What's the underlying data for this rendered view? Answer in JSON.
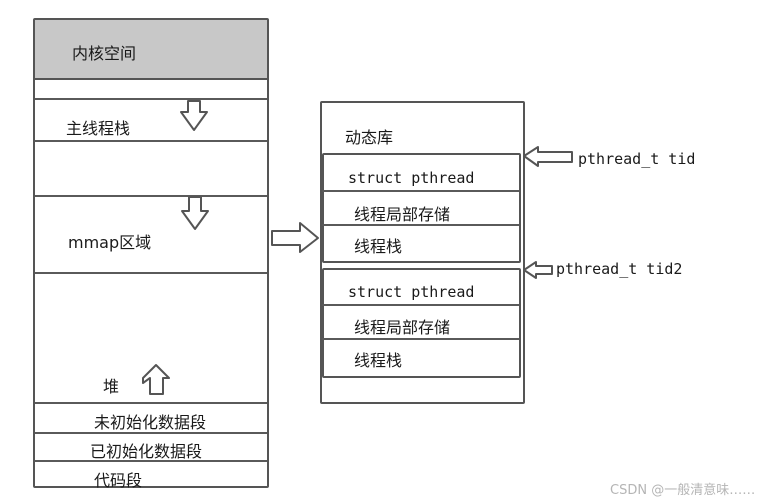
{
  "memory_layout": {
    "kernel_space": "内核空间",
    "main_thread_stack": "主线程栈",
    "mmap_region": "mmap区域",
    "heap": "堆",
    "bss": "未初始化数据段",
    "data": "已初始化数据段",
    "text": "代码段"
  },
  "dynamic_library": {
    "title": "动态库",
    "threads": [
      {
        "struct_label": "struct pthread",
        "tls_label": "线程局部存储",
        "stack_label": "线程栈",
        "tid_label": "pthread_t tid"
      },
      {
        "struct_label": "struct pthread",
        "tls_label": "线程局部存储",
        "stack_label": "线程栈",
        "tid_label": "pthread_t tid2"
      }
    ]
  },
  "watermark": "CSDN @一般清意味……",
  "colors": {
    "border": "#555555",
    "kernel_fill": "#c8c8c8",
    "watermark": "#b5b5b5"
  },
  "icons": [
    "down-arrow-icon",
    "up-arrow-icon",
    "right-arrow-icon",
    "left-arrow-icon"
  ]
}
